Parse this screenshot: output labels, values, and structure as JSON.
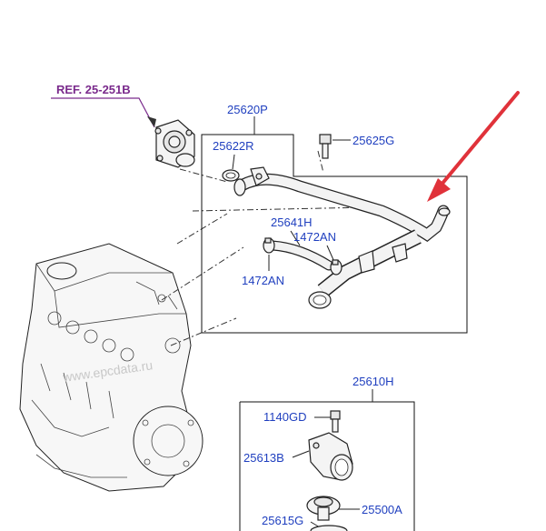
{
  "labels": {
    "ref": "REF. 25-251B",
    "p25620P": "25620P",
    "p25622R": "25622R",
    "p25625G": "25625G",
    "p25641H": "25641H",
    "p1472AN_a": "1472AN",
    "p1472AN_b": "1472AN",
    "p25610H": "25610H",
    "p1140GD": "1140GD",
    "p25613B": "25613B",
    "p25500A": "25500A",
    "p25615G": "25615G"
  },
  "colors": {
    "label_blue": "#1f3fbf",
    "ref_purple": "#7a2a8c",
    "arrow_red": "#e0323a"
  },
  "watermark": "www.epcdata.ru"
}
